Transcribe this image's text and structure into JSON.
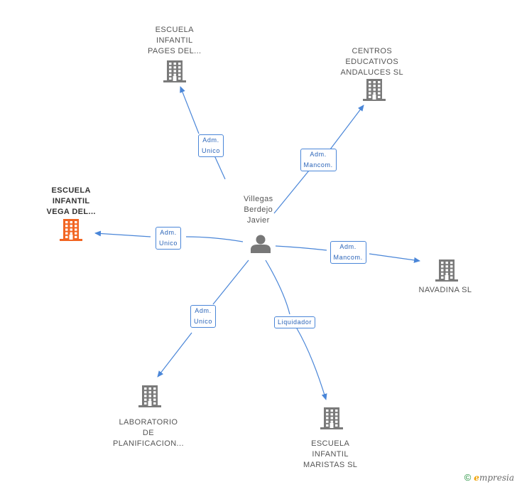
{
  "center": {
    "name_lines": [
      "Villegas",
      "Berdejo",
      "Javier"
    ],
    "icon": "person-icon"
  },
  "companies": [
    {
      "id": "escuela-infantil-pages",
      "name_lines": [
        "ESCUELA",
        "INFANTIL",
        "PAGES DEL..."
      ],
      "icon": "building-icon",
      "color": "#7a7a7a",
      "highlight": false
    },
    {
      "id": "centros-educativos-andaluces",
      "name_lines": [
        "CENTROS",
        "EDUCATIVOS",
        "ANDALUCES SL"
      ],
      "icon": "building-icon",
      "color": "#7a7a7a",
      "highlight": false
    },
    {
      "id": "escuela-infantil-vega",
      "name_lines": [
        "ESCUELA",
        "INFANTIL",
        "VEGA DEL..."
      ],
      "icon": "building-icon",
      "color": "#f26522",
      "highlight": true
    },
    {
      "id": "navadina",
      "name_lines": [
        "NAVADINA SL"
      ],
      "icon": "building-icon",
      "color": "#7a7a7a",
      "highlight": false
    },
    {
      "id": "laboratorio-planificacion",
      "name_lines": [
        "LABORATORIO",
        "DE",
        "PLANIFICACION..."
      ],
      "icon": "building-icon",
      "color": "#7a7a7a",
      "highlight": false
    },
    {
      "id": "escuela-infantil-maristas",
      "name_lines": [
        "ESCUELA",
        "INFANTIL",
        "MARISTAS SL"
      ],
      "icon": "building-icon",
      "color": "#7a7a7a",
      "highlight": false
    }
  ],
  "relations": [
    {
      "to": "escuela-infantil-pages",
      "label_lines": [
        "Adm.",
        "Unico"
      ]
    },
    {
      "to": "centros-educativos-andaluces",
      "label_lines": [
        "Adm.",
        "Mancom."
      ]
    },
    {
      "to": "escuela-infantil-vega",
      "label_lines": [
        "Adm.",
        "Unico"
      ]
    },
    {
      "to": "navadina",
      "label_lines": [
        "Adm.",
        "Mancom."
      ]
    },
    {
      "to": "laboratorio-planificacion",
      "label_lines": [
        "Adm.",
        "Unico"
      ]
    },
    {
      "to": "escuela-infantil-maristas",
      "label_lines": [
        "Liquidador"
      ]
    }
  ],
  "colors": {
    "edge": "#4a86d8",
    "person": "#777777"
  },
  "footer": {
    "copyright": "©",
    "brand_initial": "e",
    "brand_rest": "mpresia"
  }
}
